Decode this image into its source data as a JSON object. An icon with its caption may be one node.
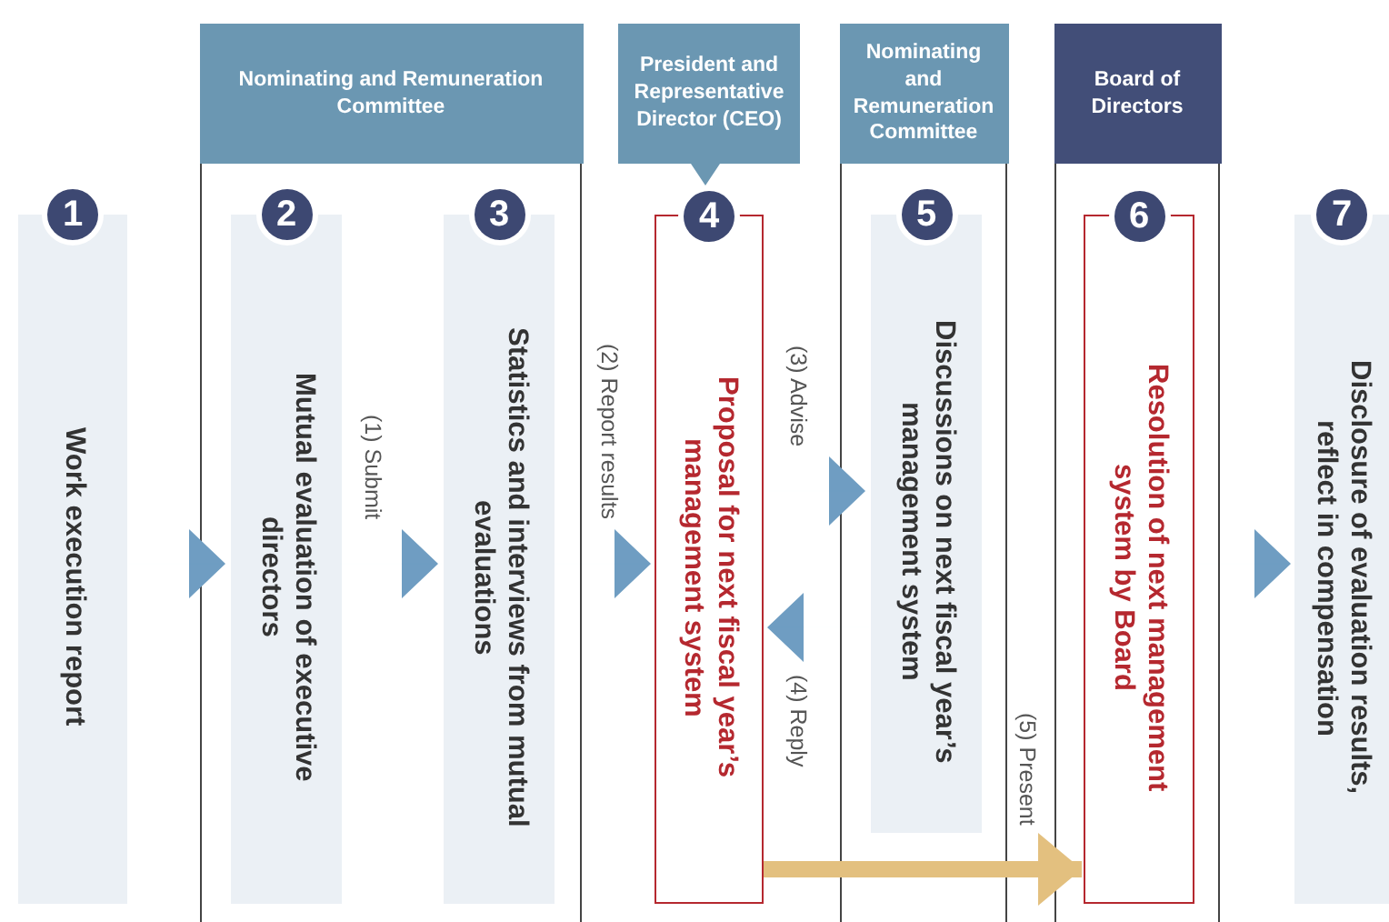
{
  "diagram": {
    "nodes": [
      {
        "text": [
          "1",
          "Work execution report"
        ]
      },
      {
        "text": [
          "Nominating and Remuneration Committee"
        ]
      },
      {
        "text": [
          "2",
          "Mutual evaluation of executive directors"
        ],
        "in": 1
      },
      {
        "text": [
          "3",
          "Statistics and interviews from mutual evaluations"
        ],
        "in": 1
      },
      {
        "text": [
          "President and Representative Director (CEO)"
        ]
      },
      {
        "text": [
          "4",
          "Proposal for next fiscal year’s management system"
        ]
      },
      {
        "text": [
          "Nominating and Remuneration Committee"
        ]
      },
      {
        "text": [
          "5",
          "Discussions on next fiscal year’s management system"
        ],
        "in": 6
      },
      {
        "text": [
          "Board of Directors"
        ]
      },
      {
        "text": [
          "6",
          "Resolution of next management system by Board"
        ],
        "in": 8
      },
      {
        "text": [
          "7",
          "Disclosure of evaluation results, reflect in compensation"
        ]
      }
    ],
    "edges": [
      {
        "from": 0,
        "to": 2,
        "arrow": "to"
      },
      {
        "from": 2,
        "to": 3,
        "arrow": "to",
        "label": "(1) Submit"
      },
      {
        "from": 3,
        "to": 5,
        "arrow": "to",
        "label": "(2) Report results"
      },
      {
        "from": 5,
        "to": 7,
        "arrow": "to",
        "label": "(3) Advise"
      },
      {
        "from": 7,
        "to": 5,
        "arrow": "to",
        "label": "(4) Reply"
      },
      {
        "from": 5,
        "to": 9,
        "arrow": "to",
        "label": "(5) Present",
        "style": "thick",
        "color": "#e3c07f"
      },
      {
        "from": 9,
        "to": 10,
        "arrow": "to"
      }
    ]
  }
}
